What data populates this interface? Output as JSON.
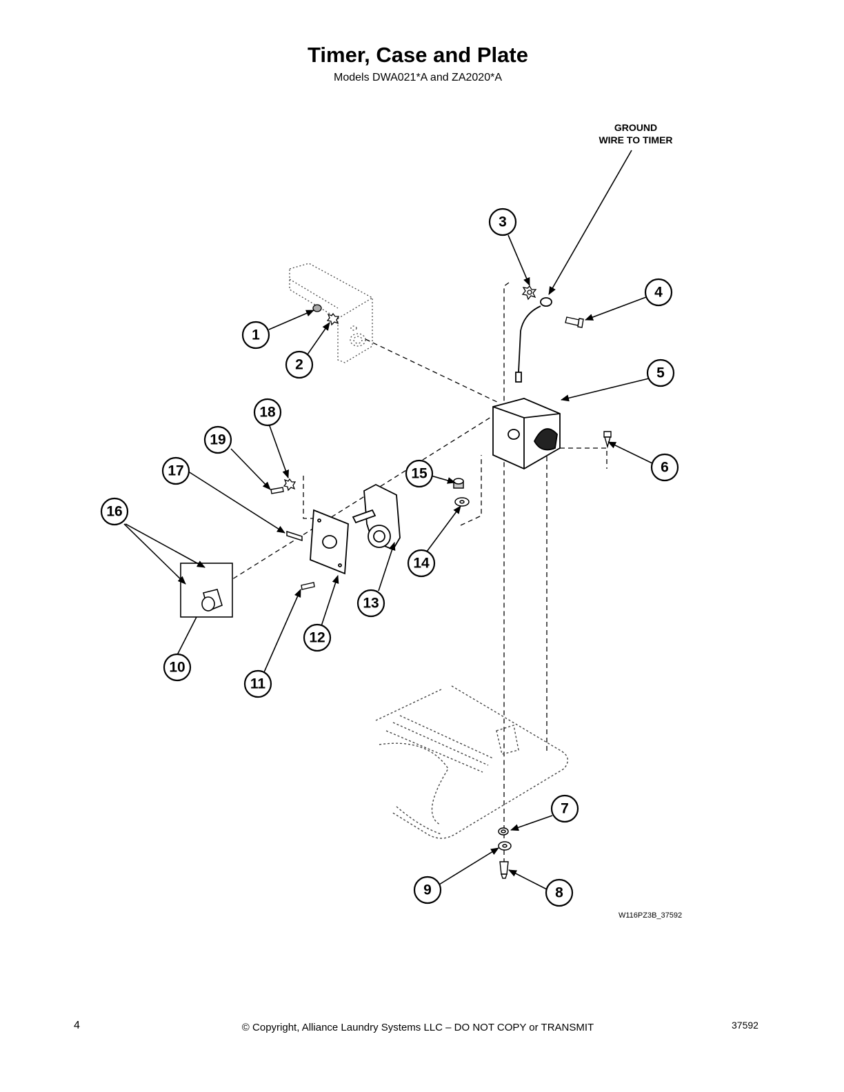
{
  "header": {
    "title": "Timer, Case and Plate",
    "subtitle": "Models DWA021*A and ZA2020*A"
  },
  "diagram": {
    "note_ground_line1": "GROUND",
    "note_ground_line2": "WIRE TO TIMER",
    "callouts": [
      "1",
      "2",
      "3",
      "4",
      "5",
      "6",
      "7",
      "8",
      "9",
      "10",
      "11",
      "12",
      "13",
      "14",
      "15",
      "16",
      "17",
      "18",
      "19"
    ],
    "drawing_code": "W116PZ3B_37592"
  },
  "footer": {
    "page_number": "4",
    "copyright": "© Copyright, Alliance Laundry Systems LLC – DO NOT COPY or TRANSMIT",
    "document_number": "37592"
  }
}
